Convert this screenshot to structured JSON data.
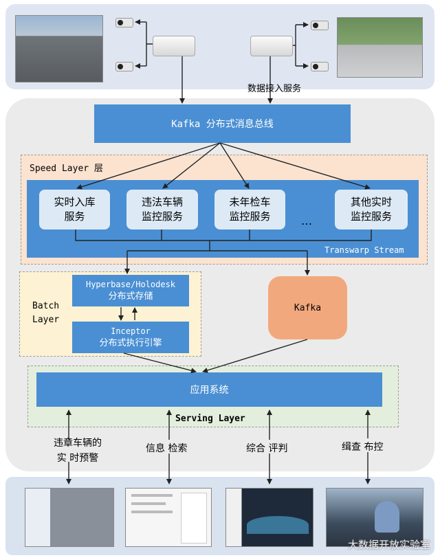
{
  "top": {
    "data_ingest_label": "数据接入服务"
  },
  "bus": {
    "label": "Kafka 分布式消息总线"
  },
  "speed_layer": {
    "title": "Speed Layer 层",
    "stream_label": "Transwarp Stream",
    "ellipsis": "…",
    "services": [
      {
        "line1": "实时入库",
        "line2": "服务"
      },
      {
        "line1": "违法车辆",
        "line2": "监控服务"
      },
      {
        "line1": "未年检车",
        "line2": "监控服务"
      },
      {
        "line1": "其他实时",
        "line2": "监控服务"
      }
    ]
  },
  "batch_layer": {
    "title_line1": "Batch",
    "title_line2": "Layer",
    "storage_line1": "Hyperbase/Holodesk",
    "storage_line2": "分布式存储",
    "engine_line1": "Inceptor",
    "engine_line2": "分布式执行引擎"
  },
  "kafka_box": {
    "label": "Kafka"
  },
  "serving_layer": {
    "app_label": "应用系统",
    "title": "Serving Layer"
  },
  "apps": [
    {
      "line1": "违章车辆的",
      "line2": "实 时预警"
    },
    {
      "line1": "信息 检索",
      "line2": ""
    },
    {
      "line1": "综合 评判",
      "line2": ""
    },
    {
      "line1": "缉查 布控",
      "line2": ""
    }
  ],
  "watermark": "大数据开放实验室"
}
